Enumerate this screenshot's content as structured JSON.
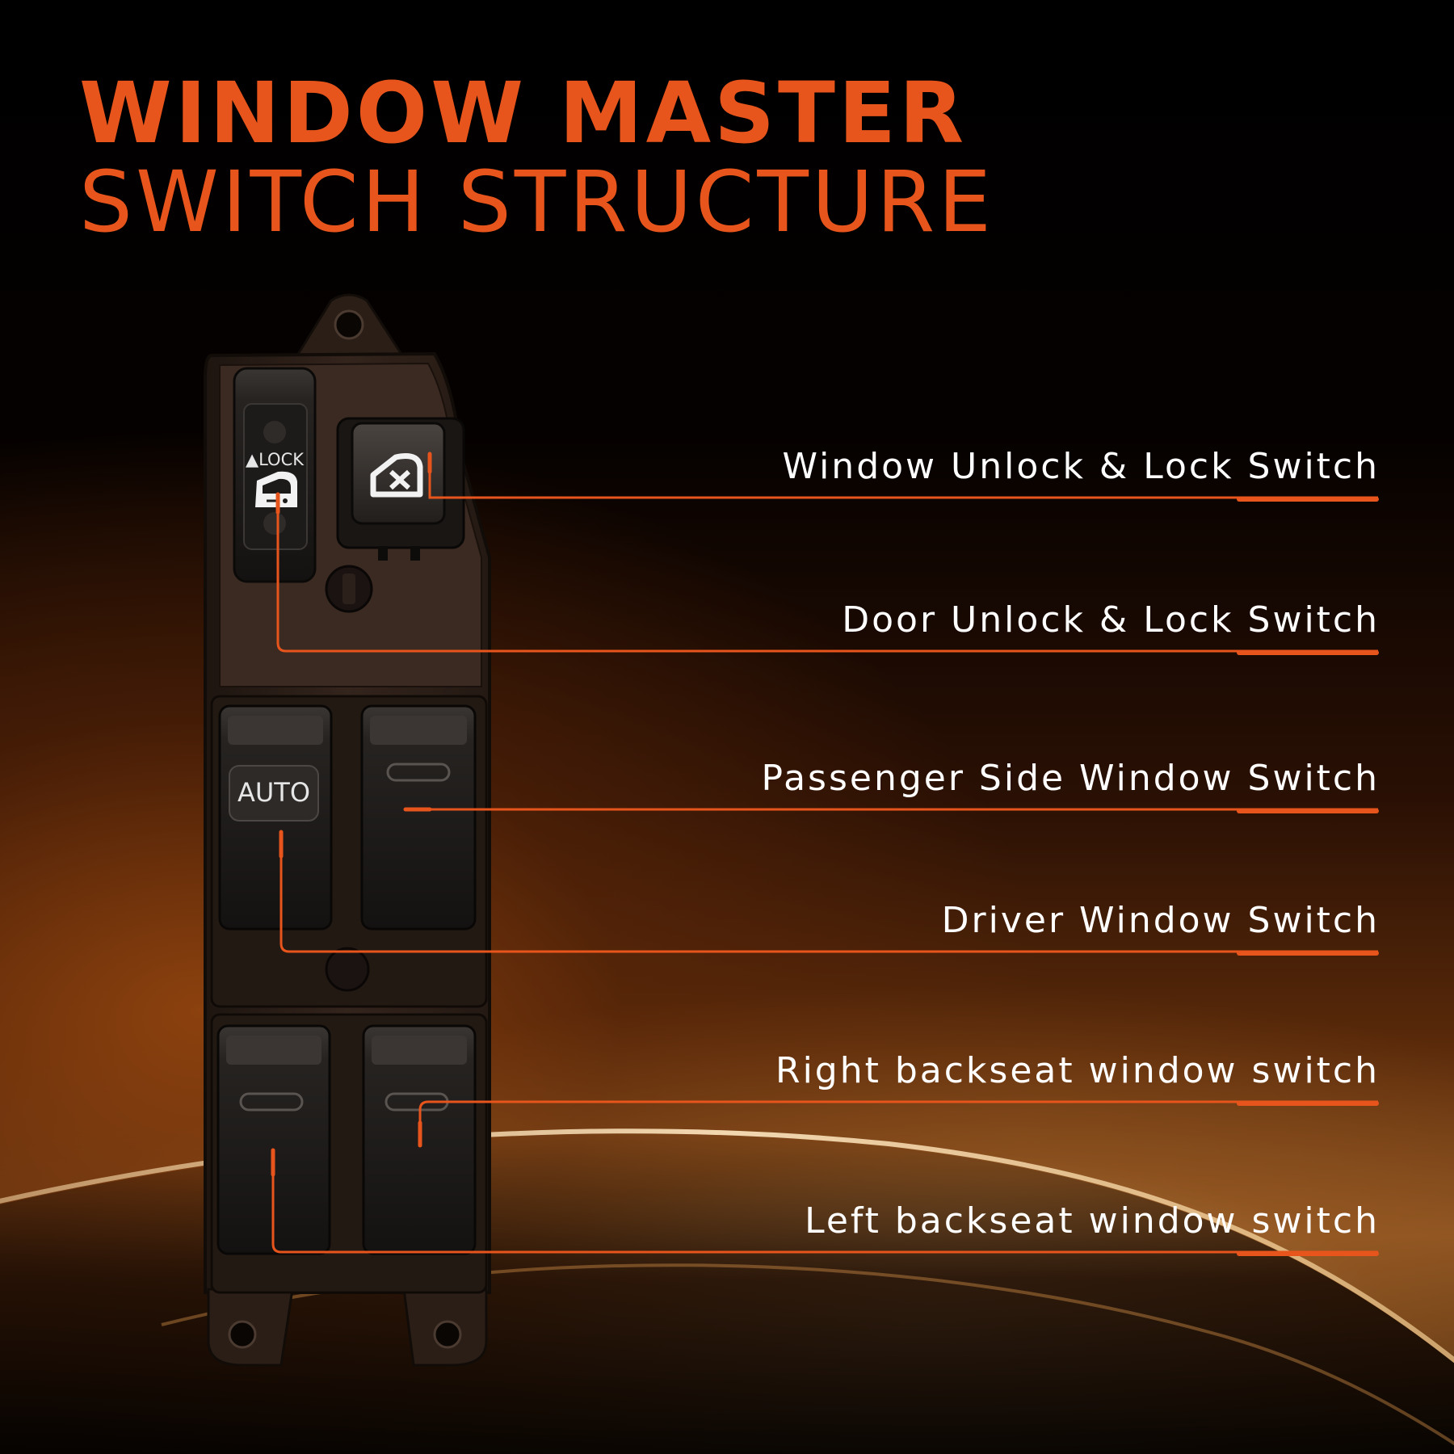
{
  "title": {
    "line1": "WINDOW MASTER",
    "line2": "SWITCH STRUCTURE"
  },
  "colors": {
    "accent": "#e8551c",
    "label_text": "#ffffff",
    "switch_body": "#2a1d17",
    "button": "#1c1a19"
  },
  "callouts": [
    {
      "id": "window-unlock-lock",
      "label": "Window Unlock & Lock Switch"
    },
    {
      "id": "door-unlock-lock",
      "label": "Door Unlock & Lock Switch"
    },
    {
      "id": "passenger-side-window",
      "label": "Passenger Side Window Switch"
    },
    {
      "id": "driver-window",
      "label": "Driver Window Switch"
    },
    {
      "id": "right-backseat-window",
      "label": "Right backseat window switch"
    },
    {
      "id": "left-backseat-window",
      "label": "Left backseat window switch"
    }
  ],
  "switch_markings": {
    "lock_label": "▲LOCK",
    "auto_label": "AUTO"
  },
  "icons": [
    "window-lock-icon",
    "door-lock-icon"
  ]
}
